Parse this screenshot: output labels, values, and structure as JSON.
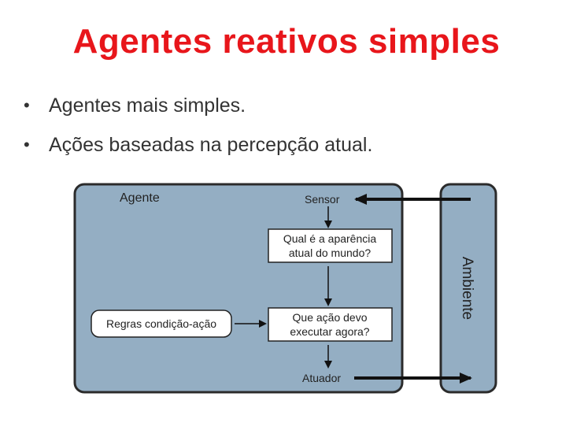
{
  "slide": {
    "title": "Agentes reativos simples",
    "bullets": [
      "Agentes mais simples.",
      "Ações baseadas na percepção atual."
    ]
  },
  "diagram": {
    "agent_label": "Agente",
    "sensor_label": "Sensor",
    "world_question_line1": "Qual é a aparência",
    "world_question_line2": "atual do mundo?",
    "action_question_line1": "Que ação devo",
    "action_question_line2": "executar agora?",
    "rules_label": "Regras condição-ação",
    "actuator_label": "Atuador",
    "environment_label": "Ambiente"
  },
  "colors": {
    "title": "#e8161b",
    "box_fill": "#94aec3",
    "border": "#2b2b2b"
  }
}
